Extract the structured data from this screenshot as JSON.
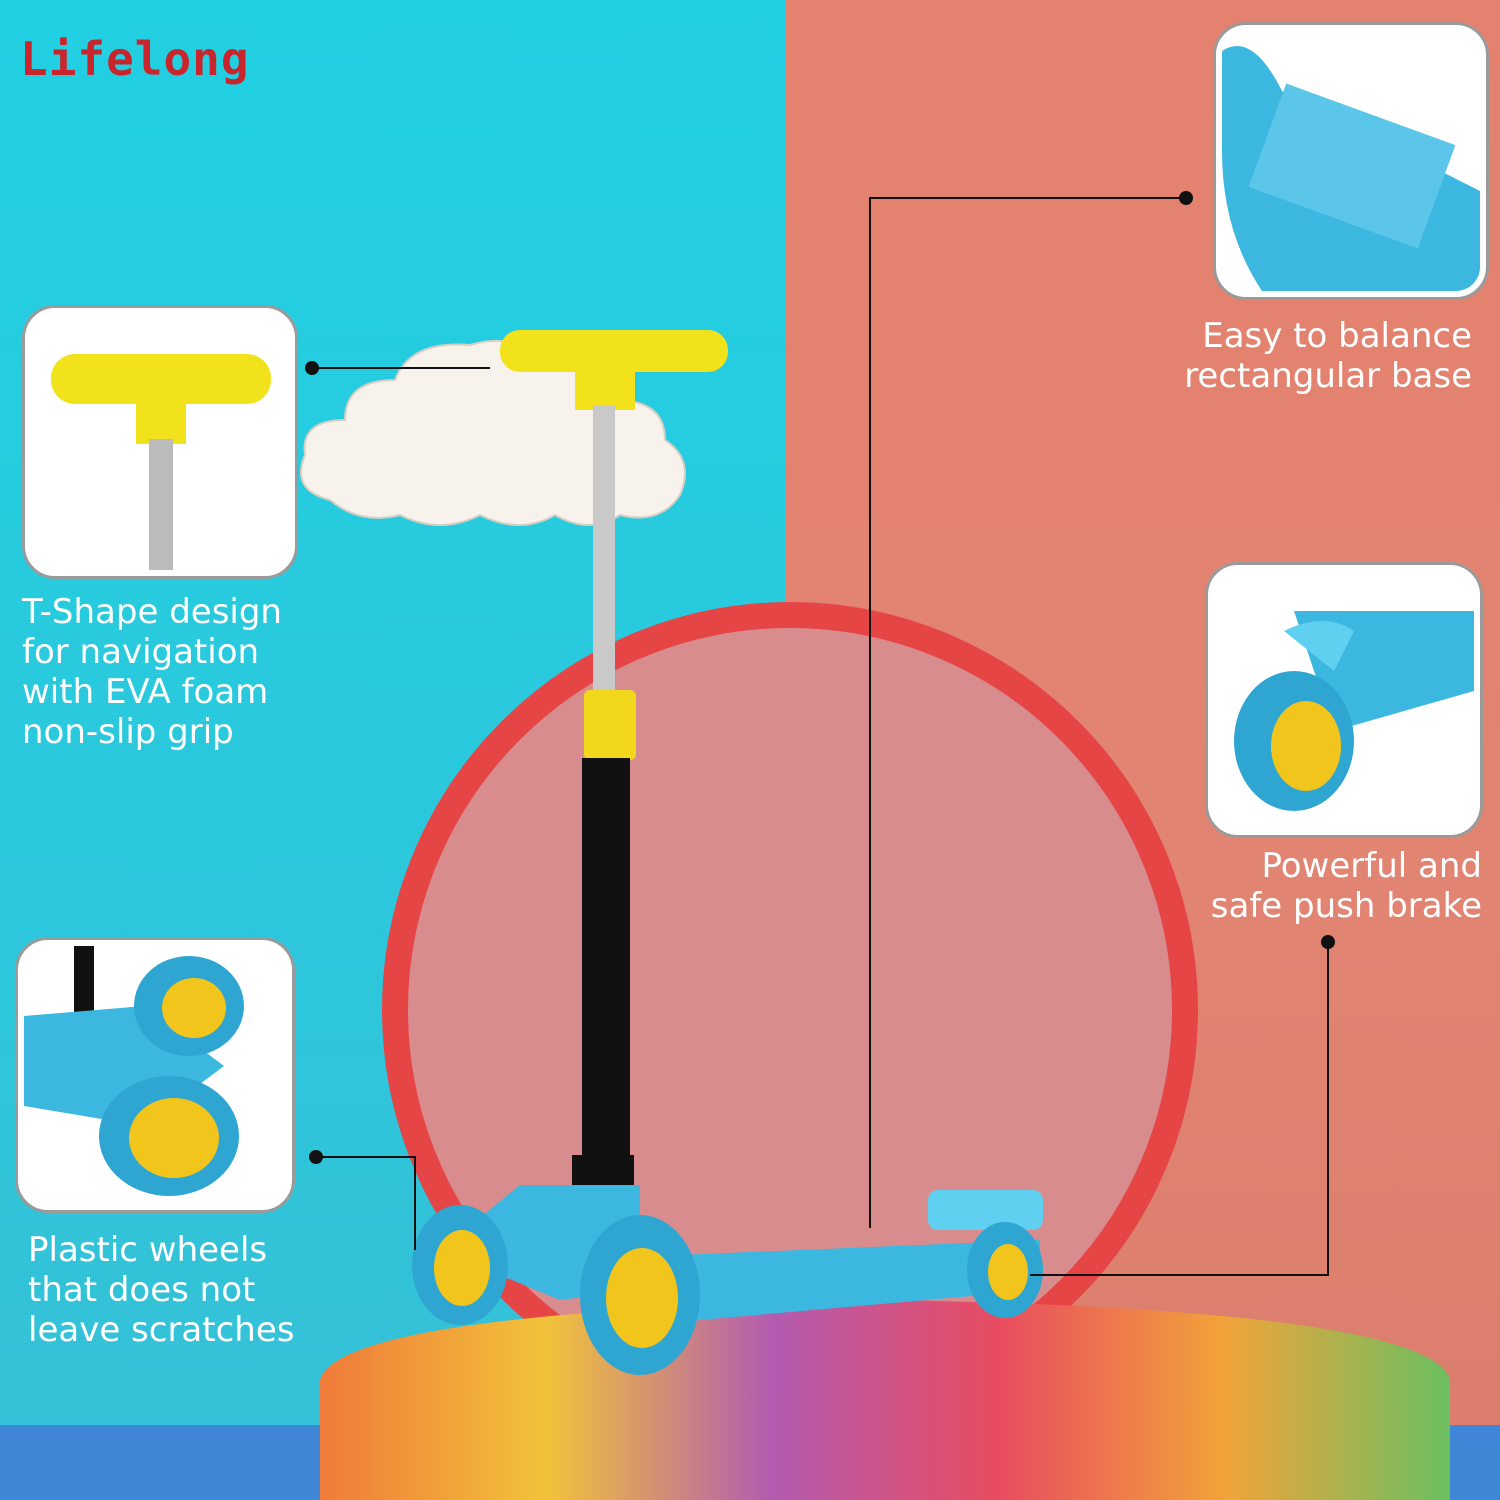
{
  "brand": {
    "logo_text": "Lifelong"
  },
  "features": [
    {
      "lines": [
        "T-Shape design",
        "for navigation",
        "with EVA foam",
        "non-slip grip"
      ]
    },
    {
      "lines": [
        "Plastic wheels",
        "that does not",
        "leave scratches"
      ]
    },
    {
      "lines": [
        "Easy to balance",
        "rectangular base"
      ]
    },
    {
      "lines": [
        "Powerful and",
        "safe push brake"
      ]
    }
  ],
  "colors": {
    "left_bg": "#21d0e2",
    "right_bg": "#e5816f",
    "brand_red": "#c8262c",
    "scooter_blue": "#3cb7e0",
    "grip_yellow": "#f2e21c"
  }
}
